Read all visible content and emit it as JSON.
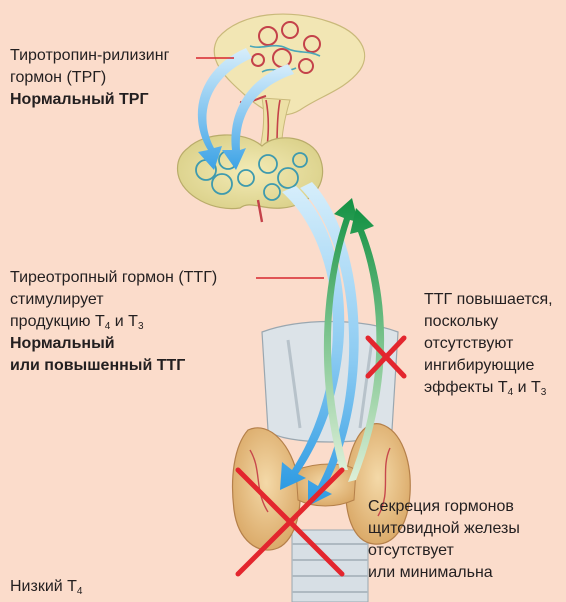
{
  "top_label": {
    "line1": "Тиротропин-рилизинг",
    "line2": "гормон (ТРГ)",
    "bold": "Нормальный ТРГ"
  },
  "tsh_label": {
    "line1": "Тиреотропный гормон (ТТГ)",
    "line2": "стимулирует",
    "line3_pre": "продукцию T",
    "line3_sub1": "4",
    "line3_mid": " и T",
    "line3_sub2": "3",
    "bold1": "Нормальный",
    "bold2": "или повышенный ТТГ"
  },
  "right_label": {
    "line1": "ТТГ повышается,",
    "line2": "поскольку",
    "line3": "отсутствуют",
    "line4": "ингибирующие",
    "line5_pre": "эффекты T",
    "line5_sub1": "4",
    "line5_mid": " и T",
    "line5_sub2": "3"
  },
  "secretion_label": {
    "line1": "Секреция гормонов",
    "line2": "щитовидной железы",
    "line3": "отсутствует",
    "line4": "или минимальна"
  },
  "bottom_label": {
    "pre": "Низкий T",
    "sub": "4"
  },
  "colors": {
    "background": "#FBDCCB",
    "leader_line": "#D7262E",
    "x_mark": "#E3262E",
    "blue_arrow": "#3DA6E6",
    "green_arrow": "#1E9A46",
    "gland": "#E9C08A"
  }
}
